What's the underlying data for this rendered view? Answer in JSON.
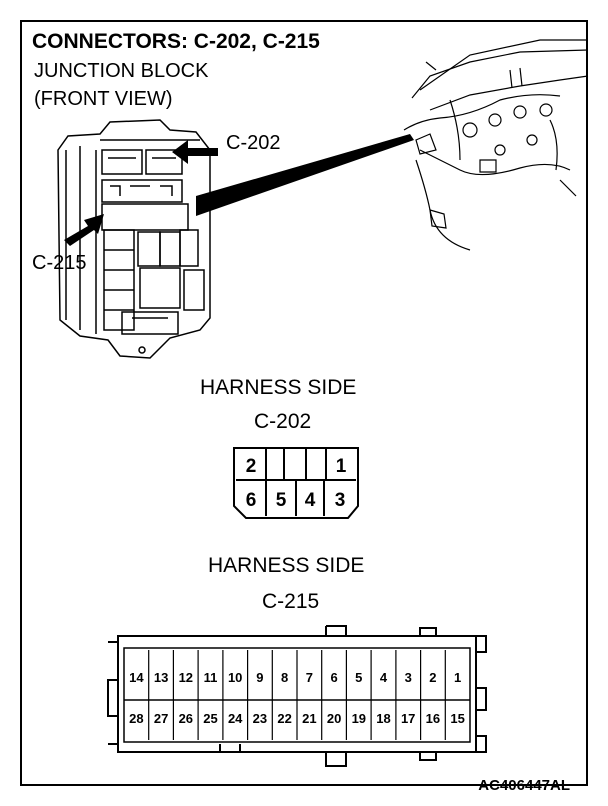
{
  "header": {
    "title": "CONNECTORS: C-202, C-215",
    "line1": "JUNCTION BLOCK",
    "line2": "(FRONT VIEW)"
  },
  "callouts": {
    "c202": "C-202",
    "c215": "C-215"
  },
  "c202_diagram": {
    "side_label": "HARNESS SIDE",
    "name": "C-202",
    "top_pins": [
      "2",
      "1"
    ],
    "bottom_pins": [
      "6",
      "5",
      "4",
      "3"
    ]
  },
  "c215_diagram": {
    "side_label": "HARNESS SIDE",
    "name": "C-215",
    "top_pins": [
      "14",
      "13",
      "12",
      "11",
      "10",
      "9",
      "8",
      "7",
      "6",
      "5",
      "4",
      "3",
      "2",
      "1"
    ],
    "bottom_pins": [
      "28",
      "27",
      "26",
      "25",
      "24",
      "23",
      "22",
      "21",
      "20",
      "19",
      "18",
      "17",
      "16",
      "15"
    ]
  },
  "figure_code": "AC406447AL"
}
